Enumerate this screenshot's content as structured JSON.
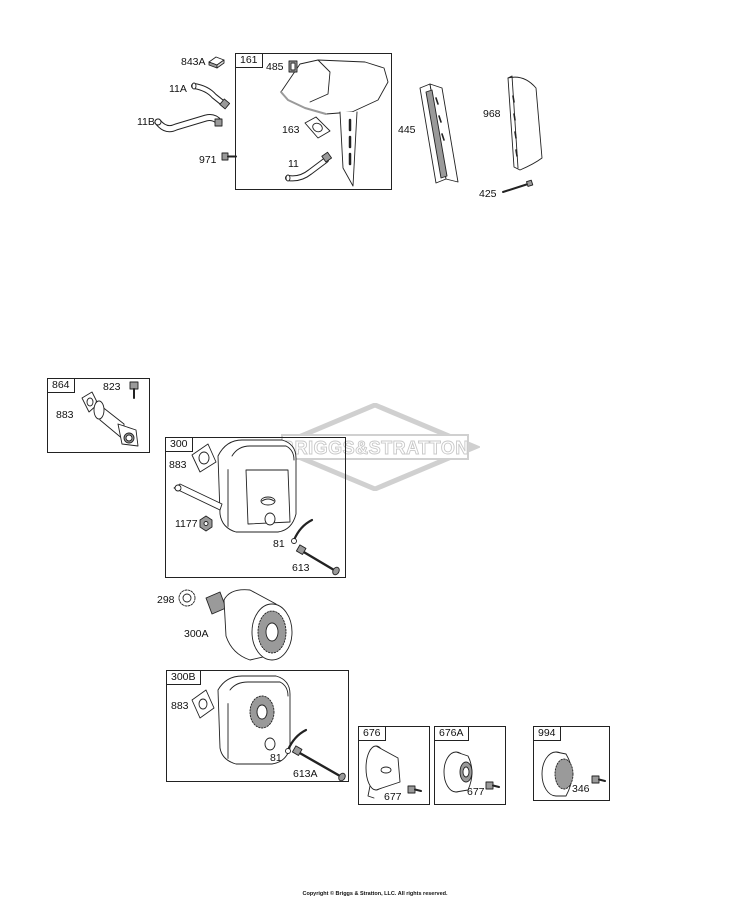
{
  "watermark": {
    "text": "BRIGGS&STRATTON"
  },
  "groups": [
    {
      "id": "161"
    },
    {
      "id": "864"
    },
    {
      "id": "300"
    },
    {
      "id": "300B"
    },
    {
      "id": "676"
    },
    {
      "id": "676A"
    },
    {
      "id": "994"
    }
  ],
  "labels": [
    "843A",
    "485",
    "11A",
    "11B",
    "163",
    "971",
    "11",
    "445",
    "968",
    "425",
    "823",
    "883",
    "883",
    "1177",
    "81",
    "613",
    "298",
    "300A",
    "883",
    "81",
    "613A",
    "677",
    "677",
    "346"
  ],
  "footer": "Copyright © Briggs & Stratton, LLC. All rights reserved.",
  "colors": {
    "line": "#222222",
    "shade": "#9a9a9a",
    "watermark": "#d0d0d0"
  }
}
